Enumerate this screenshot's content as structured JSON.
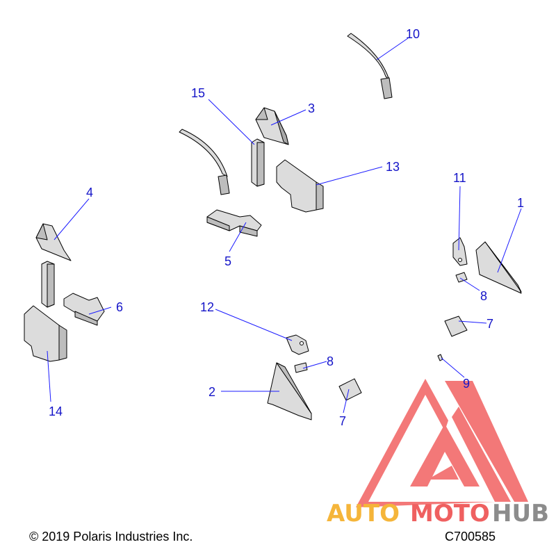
{
  "callouts": {
    "c1": "1",
    "c2": "2",
    "c3": "3",
    "c4": "4",
    "c5": "5",
    "c6": "6",
    "c7a": "7",
    "c7b": "7",
    "c8a": "8",
    "c8b": "8",
    "c9": "9",
    "c10": "10",
    "c11": "11",
    "c12": "12",
    "c13": "13",
    "c14": "14",
    "c15": "15"
  },
  "footer": {
    "copyright": "© 2019 Polaris Industries Inc.",
    "code": "C700585"
  },
  "watermark": {
    "text_auto": "AUTO",
    "text_moto": "MOTO",
    "text_hub": "HUB",
    "color_red": "#ee2e2e",
    "color_orange": "#f5a623",
    "color_grey": "#8c8c8c"
  },
  "colors": {
    "callout_text": "#1414c8",
    "leader_line": "#1a1aff"
  }
}
